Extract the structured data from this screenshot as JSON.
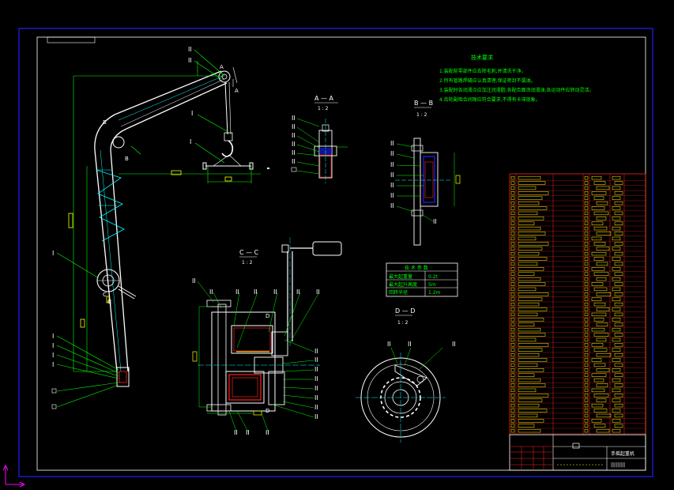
{
  "sections": {
    "aa": "A — A",
    "bb": "B — B",
    "cc": "C — C",
    "dd": "D — D",
    "scale": "1 : 2"
  },
  "markers": {
    "a": "A",
    "b": "B",
    "c": "C",
    "d": "D"
  },
  "notes": {
    "title": "技术要求",
    "lines": [
      "1.装配前零部件应去除毛刺,并清洗干净。",
      "2.所有管路焊缝应认真清理,保证密封不漏油。",
      "3.装配时各润滑点应加注润滑脂,各配合面涂润滑油,各运动件应转动灵活。",
      "4.齿轮副啮合间隙应符合要求,不得有卡滞现象。"
    ]
  },
  "params": {
    "title": "技 术 参 数",
    "rows": [
      {
        "k": "最大起重量",
        "v": "0.2t"
      },
      {
        "k": "最大起升高度",
        "v": "5m"
      },
      {
        "k": "回转半径",
        "v": "1.2m"
      }
    ]
  },
  "title_block": {
    "name": "手摇起重机",
    "code": "|||||||||"
  },
  "colors": {
    "frame": "#2020ff",
    "red": "#ff2020",
    "yellow": "#ffff00",
    "green": "#00ff00",
    "cyan": "#00ffff",
    "white": "#ffffff",
    "magenta": "#ff00ff"
  }
}
